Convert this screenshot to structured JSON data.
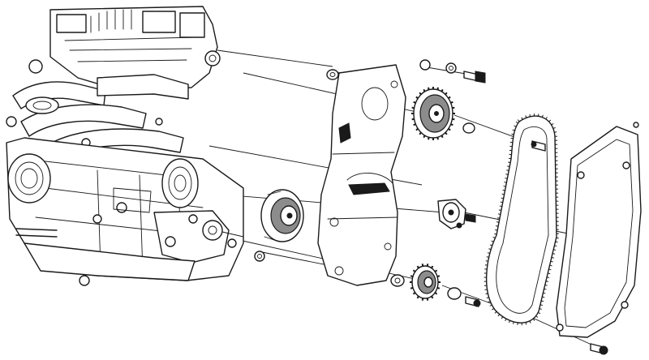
{
  "figure": {
    "type": "exploded-view line drawing",
    "colors": {
      "line": "#1a1a1a",
      "background": "#ffffff",
      "shade": "#8c8c8c"
    },
    "components": [
      {
        "name": "engine-block"
      },
      {
        "name": "inner-timing-cover"
      },
      {
        "name": "camshaft-sprocket"
      },
      {
        "name": "belt-tensioner"
      },
      {
        "name": "idler-pulley"
      },
      {
        "name": "crankshaft-sprocket"
      },
      {
        "name": "timing-belt"
      },
      {
        "name": "outer-timing-cover"
      },
      {
        "name": "bolts-and-washers"
      }
    ]
  }
}
